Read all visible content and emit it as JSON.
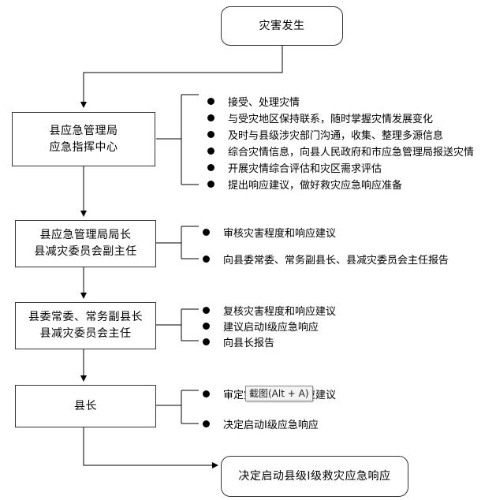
{
  "nodes": {
    "start": "灾害发生",
    "county_center": [
      "县应急管理局",
      "应急指挥中心"
    ],
    "bureau_director": [
      "县应急管理局局长",
      "县减灾委员会副主任"
    ],
    "deputy_head": [
      "县委常委、常务副县长",
      "县减灾委员会主任"
    ],
    "county_head": "县长",
    "end": "决定启动县级Ⅰ级救灾应急响应"
  },
  "bullets": {
    "group1": [
      "接受、处理灾情",
      "与受灾地区保持联系，随时掌握灾情发展变化",
      "及时与县级涉灾部门沟通，收集、整理多源信息",
      "综合灾情信息，向县人民政府和市应急管理局报送灾情",
      "开展灾情综合评估和灾区需求评估",
      "提出响应建议，做好救灾应急响应准备"
    ],
    "group2": [
      "审核灾害程度和响应建议",
      "向县委常委、常务副县长、县减灾委员会主任报告"
    ],
    "group3": [
      "复核灾害程度和响应建议",
      "建议启动Ⅰ级应急响应",
      "向县长报告"
    ],
    "group4": [
      "审定灾害程度和响应建议",
      "决定启动Ⅰ级应急响应"
    ]
  },
  "tooltip": "截图(Alt + A)"
}
